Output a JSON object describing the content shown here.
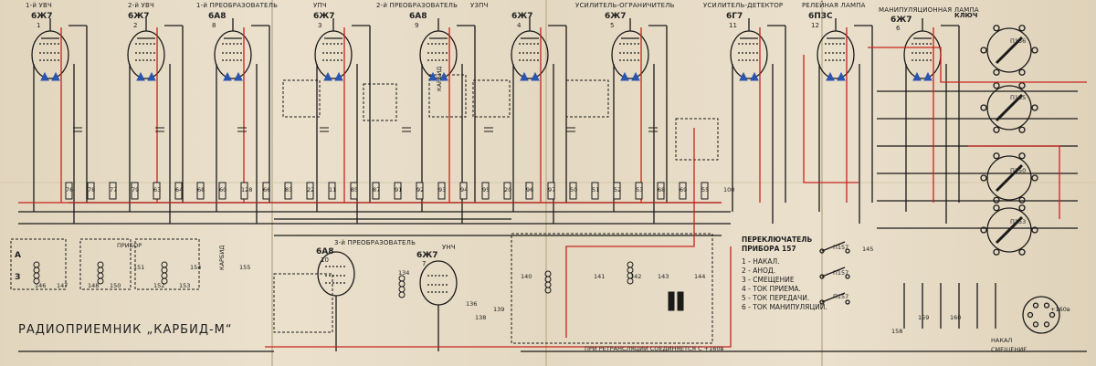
{
  "title": "РАДИОПРИЕМНИК „КАРБИД-М“",
  "stages": [
    {
      "name": "1-й УВЧ",
      "tube": "6Ж7",
      "index": "1"
    },
    {
      "name": "2-й УВЧ",
      "tube": "6Ж7",
      "index": "2"
    },
    {
      "name": "1-й ПРЕОБРАЗОВАТЕЛЬ",
      "tube": "6А8",
      "index": "8"
    },
    {
      "name": "УПЧ",
      "tube": "6Ж7",
      "index": "3"
    },
    {
      "name": "2-й ПРЕОБРАЗОВАТЕЛЬ",
      "tube": "6А8",
      "index": "9"
    },
    {
      "name": "УЗПЧ",
      "tube": "6Ж7",
      "index": "4"
    },
    {
      "name": "УСИЛИТЕЛЬ-ОГРАНИЧИТЕЛЬ",
      "tube": "6Ж7",
      "index": "5"
    },
    {
      "name": "УСИЛИТЕЛЬ-ДЕТЕКТОР",
      "tube": "6Г7",
      "index": "11"
    },
    {
      "name": "РЕЛЕЙНАЯ ЛАМПА",
      "tube": "6П3С",
      "index": "12"
    },
    {
      "name": "МАНИПУЛЯЦИОННАЯ ЛАМПА",
      "tube": "6Ж7",
      "index": "6"
    }
  ],
  "lower_stages": [
    {
      "name": "3-й ПРЕОБРАЗОВАТЕЛЬ",
      "tube": "6А8",
      "index": "10"
    },
    {
      "name": "УНЧ",
      "tube": "6Ж7",
      "index": "7"
    }
  ],
  "labels": {
    "key": "КЛЮЧ",
    "switch_caption": "ПЕРЕКЛЮЧАТЕЛЬ ПРИБОРА 157",
    "retrans_note": "ПРИ РЕТРАНСЛЯЦИИ СОЕДИНЯЕТСЯ С +160в",
    "nakal_bottom": "НАКАЛ",
    "smeshch_bottom": "СМЕЩЕНИЕ",
    "plus160": "+160в",
    "pribor": "ПРИБОР",
    "karbid": "КАРБИД",
    "antenna_a": "А",
    "antenna_z": "З"
  },
  "switch_legend": [
    "1 - НАКАЛ.",
    "2 - АНОД.",
    "3 - СМЕЩЕНИЕ",
    "4 - ТОК ПРИЕМА.",
    "5 - ТОК ПЕРЕДАЧИ.",
    "6 - ТОК МАНИПУЛЯЦИИ."
  ],
  "relay_labels": [
    "П156",
    "П155",
    "П150",
    "П153"
  ],
  "switch_labels": [
    "П157",
    "П157",
    "П157"
  ],
  "component_numbers": {
    "row_main": [
      "76",
      "78",
      "77",
      "79",
      "63",
      "64",
      "68",
      "60",
      "128",
      "66",
      "83",
      "22",
      "11",
      "85",
      "87",
      "91",
      "92",
      "93",
      "94",
      "95",
      "20",
      "96",
      "97",
      "50",
      "51",
      "52",
      "53",
      "68",
      "69",
      "55",
      "100"
    ],
    "bottom": [
      "146",
      "147",
      "148",
      "150",
      "151",
      "152",
      "153",
      "154",
      "155",
      "134",
      "136",
      "138",
      "139",
      "140",
      "141",
      "142",
      "143",
      "144",
      "145",
      "158",
      "159",
      "160"
    ]
  },
  "colors": {
    "paper": "#e8ddc8",
    "ink": "#1a1a1a",
    "red_trace": "#c8241c",
    "blue_arrow": "#2a55b0"
  }
}
